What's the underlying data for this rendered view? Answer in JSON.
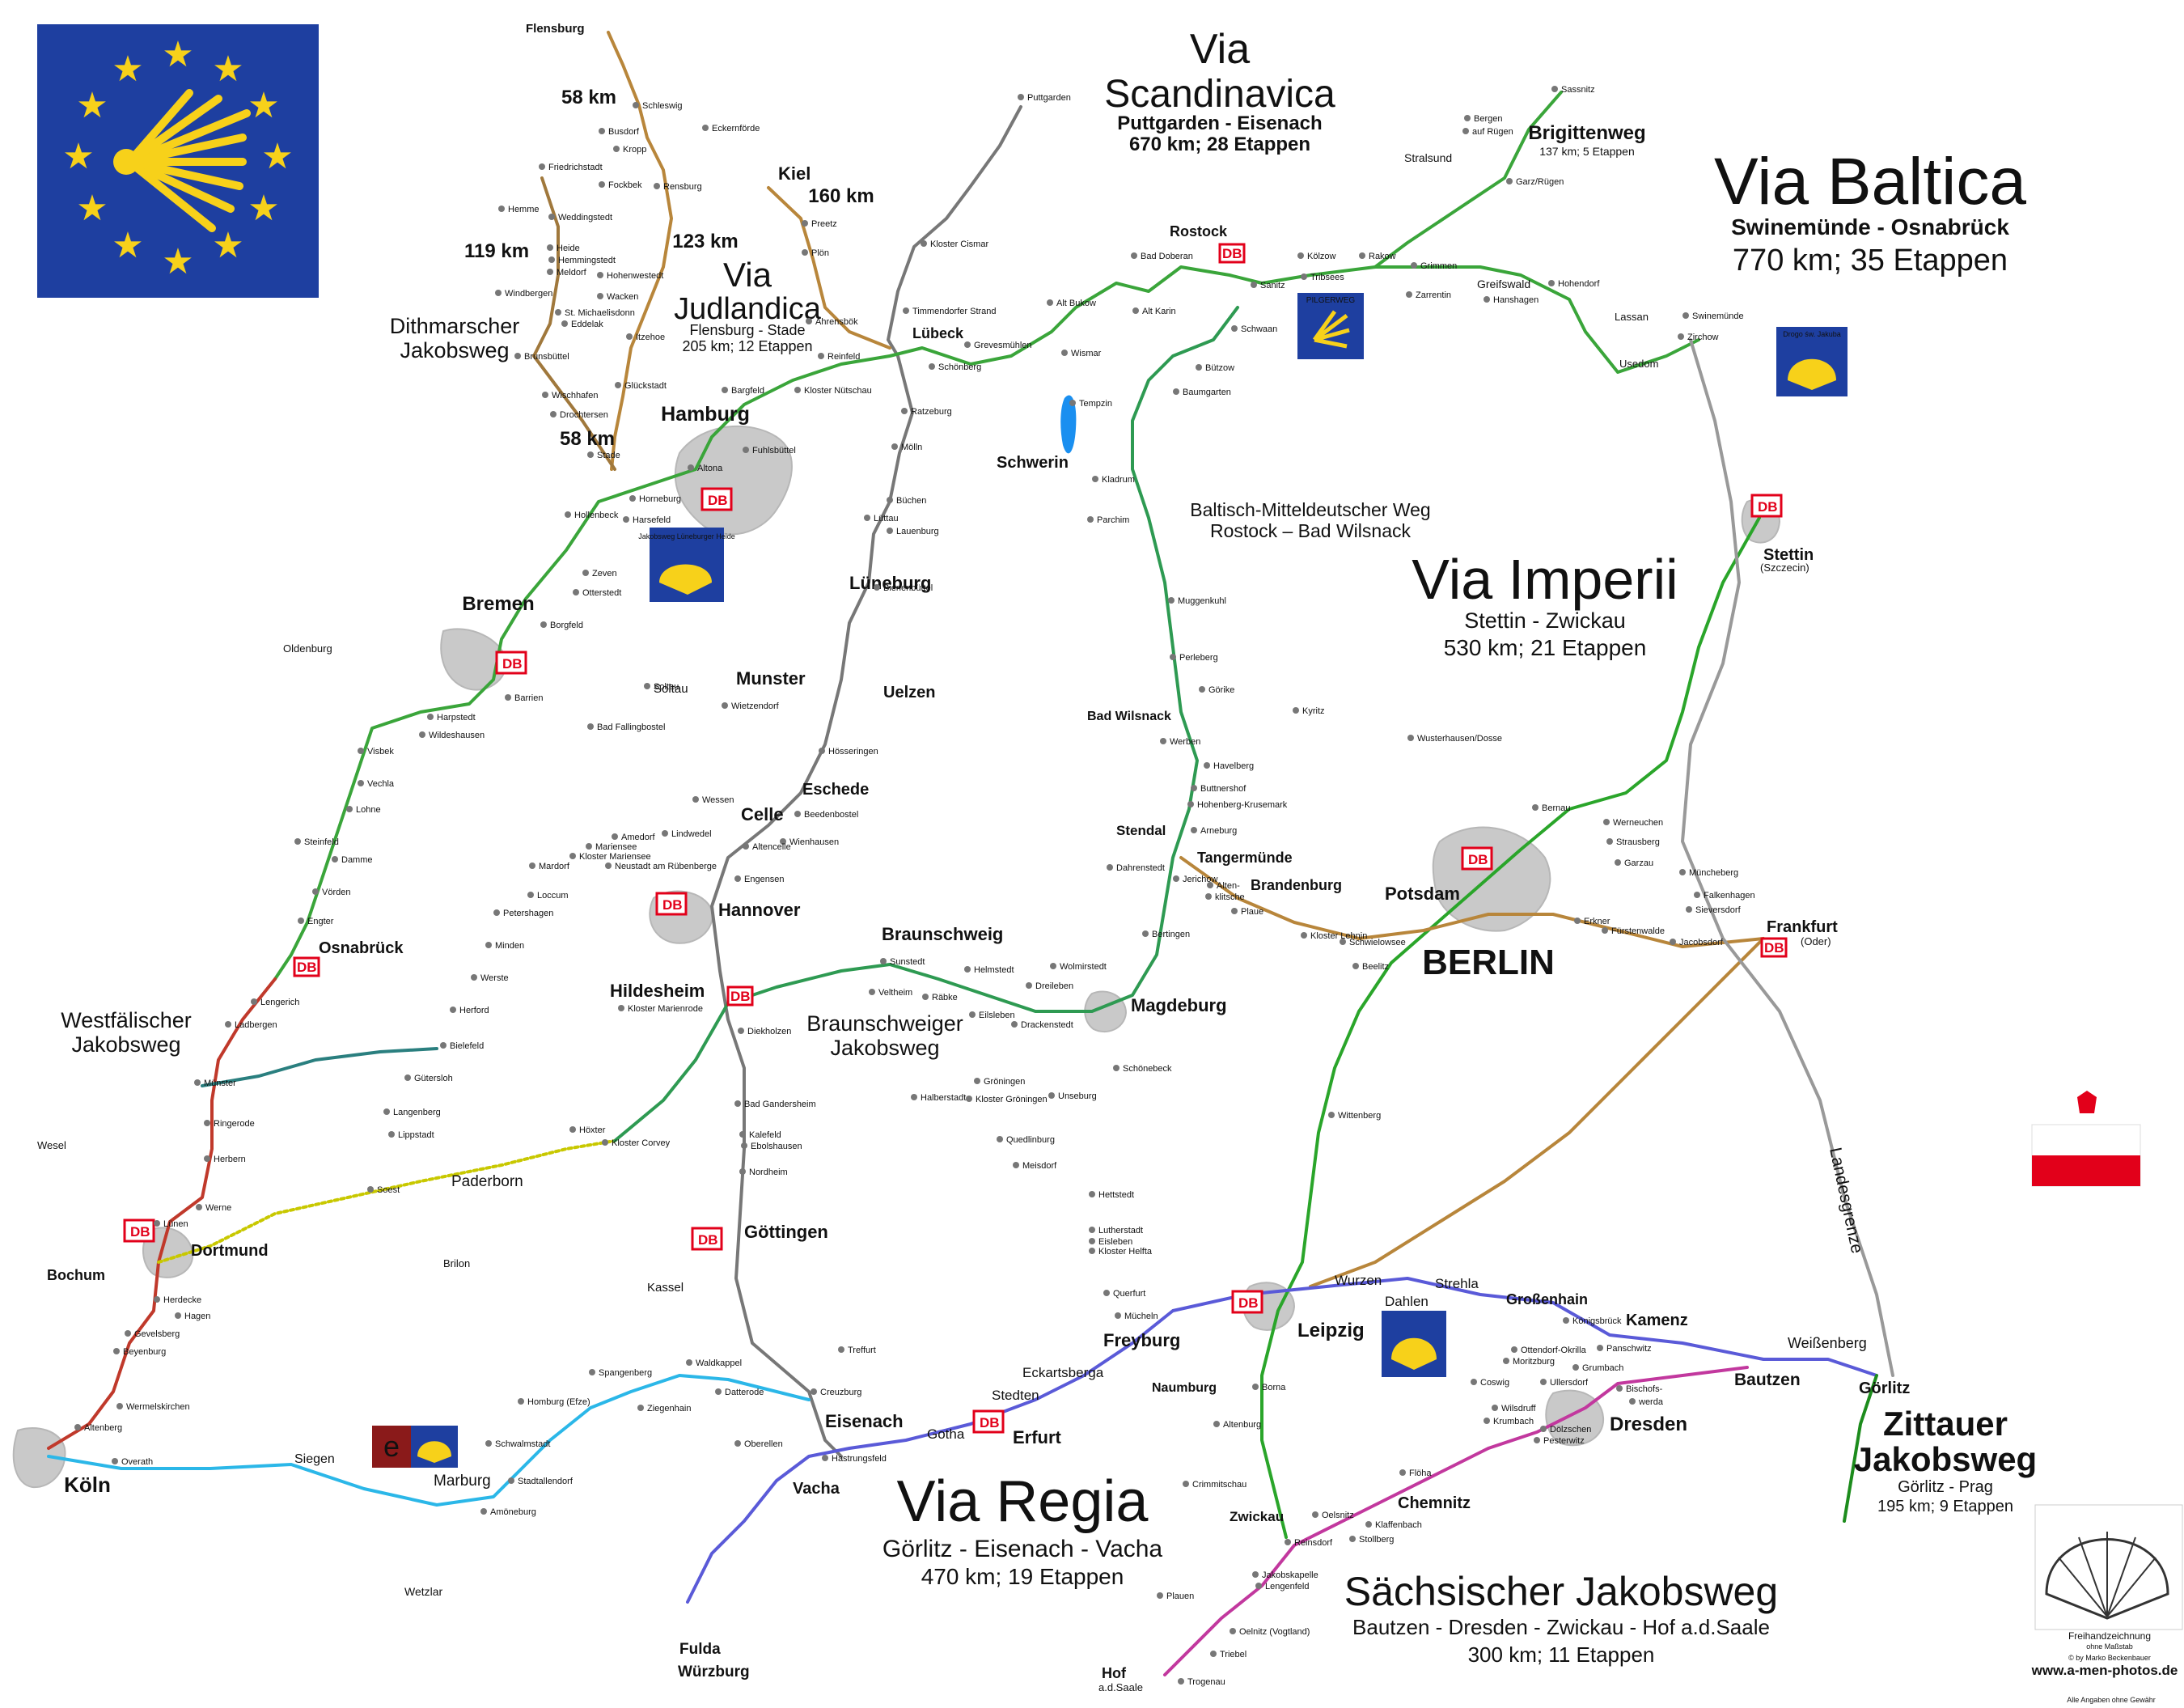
{
  "colors": {
    "via_scandinavica": "#777777",
    "via_judlandica": "#b8863b",
    "via_baltica": "#3aa53a",
    "via_imperii": "#2aa52a",
    "via_regia": "#5a5ad8",
    "saechsischer": "#c2389e",
    "zittauer": "#1d8c1d",
    "westfaelischer": "#c0392b",
    "koeln_marburg": "#2bb7e8",
    "dithmarscher": "#a0783c",
    "braunschweiger": "#2e9a52",
    "hellweg": "#c8c800",
    "eu_blue": "#1e3fa0",
    "eu_star": "#f7d11a",
    "db_red": "#e2001a"
  },
  "icons": {
    "eu_flag": "scallop-shell-on-eu-flag-icon",
    "poland_flag": "poland-flag-icon",
    "shell": "scallop-shell-icon",
    "church": "church-icon",
    "db": "db-station-icon"
  },
  "routes": {
    "scandinavica": {
      "title_1": "Via",
      "title_2": "Scandinavica",
      "sub": "Puttgarden - Eisenach",
      "stats": "670 km; 28 Etappen"
    },
    "judlandica": {
      "title_1": "Via",
      "title_2": "Judlandica",
      "sub": "Flensburg - Stade",
      "stats": "205 km; 12 Etappen"
    },
    "baltica": {
      "title": "Via Baltica",
      "sub": "Swinemünde - Osnabrück",
      "stats": "770 km; 35 Etappen"
    },
    "imperii": {
      "title": "Via Imperii",
      "sub": "Stettin - Zwickau",
      "stats": "530 km; 21 Etappen"
    },
    "regia": {
      "title": "Via Regia",
      "sub": "Görlitz - Eisenach - Vacha",
      "stats": "470 km; 19 Etappen"
    },
    "saechsisch": {
      "title": "Sächsischer Jakobsweg",
      "sub": "Bautzen - Dresden - Zwickau - Hof a.d.Saale",
      "stats": "300 km; 11 Etappen"
    },
    "zittauer": {
      "title_1": "Zittauer",
      "title_2": "Jakobsweg",
      "sub": "Görlitz - Prag",
      "stats": "195 km; 9 Etappen"
    },
    "brigitten": {
      "title": "Brigittenweg",
      "stats": "137 km; 5 Etappen"
    },
    "dithmarscher": {
      "line1": "Dithmarscher",
      "line2": "Jakobsweg"
    },
    "westfaelisch": {
      "line1": "Westfälischer",
      "line2": "Jakobsweg"
    },
    "braunschweig": {
      "line1": "Braunschweiger",
      "line2": "Jakobsweg"
    },
    "baltisch": {
      "line1": "Baltisch-Mitteldeutscher Weg",
      "line2": "Rostock – Bad Wilsnack"
    }
  },
  "distances": [
    "58 km",
    "160 km",
    "123 km",
    "119 km",
    "58 km"
  ],
  "boundary": "Landesgrenze",
  "badges": {
    "pilgerweg": "PILGERWEG",
    "luneburg": "Jakobsweg Lüneburger Heide",
    "drogo": "Drogo św. Jakuba"
  },
  "cities_big": {
    "berlin": "BERLIN",
    "hamburg": "Hamburg",
    "bremen": "Bremen",
    "hannover": "Hannover",
    "koeln": "Köln",
    "leipzig": "Leipzig",
    "dresden": "Dresden",
    "magdeburg": "Magdeburg",
    "potsdam": "Potsdam",
    "erfurt": "Erfurt",
    "eisenach": "Eisenach",
    "chemnitz": "Chemnitz",
    "goerlitz": "Görlitz",
    "lubeck": "Lübeck",
    "kiel": "Kiel",
    "rostock": "Rostock",
    "schwerin": "Schwerin",
    "stettin": "Stettin",
    "szczecin": "(Szczecin)",
    "frankfurt": "Frankfurt",
    "oder": "(Oder)",
    "dortmund": "Dortmund",
    "bochum": "Bochum",
    "osnabruck": "Osnabrück",
    "munster_big": "Munster",
    "luneburg": "Lüneburg",
    "uelzen": "Uelzen",
    "celle": "Celle",
    "eschede": "Eschede",
    "braunschweig": "Braunschweig",
    "hildesheim": "Hildesheim",
    "goettingen": "Göttingen",
    "freyburg": "Freyburg",
    "naumburg": "Naumburg",
    "brandenburg": "Brandenburg",
    "tangermunde": "Tangermünde",
    "stendal": "Stendal",
    "bad_wilsnack": "Bad Wilsnack",
    "zwickau": "Zwickau",
    "bautzen": "Bautzen",
    "kamenz": "Kamenz",
    "grossenhain": "Großenhain",
    "hof": "Hof",
    "hof_sub": "a.d.Saale",
    "fulda": "Fulda",
    "wurzburg": "Würzburg",
    "vacha": "Vacha",
    "marburg": "Marburg",
    "paderborn": "Paderborn",
    "soltau": "Soltau",
    "stralsund": "Stralsund",
    "weissenberg": "Weißenberg",
    "wurzen": "Wurzen",
    "dahlen": "Dahlen",
    "strehla": "Strehla",
    "gotha": "Gotha",
    "stedten": "Stedten",
    "eckartsberga": "Eckartsberga",
    "flensburg": "Flensburg",
    "kassel": "Kassel",
    "siegen": "Siegen",
    "wetzlar": "Wetzlar",
    "brilon": "Brilon",
    "wesel": "Wesel",
    "oldenburg": "Oldenburg",
    "usedom": "Usedom",
    "lassan": "Lassan",
    "greifswald": "Greifswald"
  },
  "towns": [
    [
      "Schleswig",
      794,
      134
    ],
    [
      "Busdorf",
      752,
      166
    ],
    [
      "Kropp",
      770,
      188
    ],
    [
      "Eckernförde",
      880,
      162
    ],
    [
      "Friedrichstadt",
      678,
      210
    ],
    [
      "Fockbek",
      752,
      232
    ],
    [
      "Rensburg",
      820,
      234
    ],
    [
      "Hemme",
      628,
      262
    ],
    [
      "Weddingstedt",
      690,
      272
    ],
    [
      "Heide",
      688,
      310
    ],
    [
      "Hemmingstedt",
      690,
      325
    ],
    [
      "Meldorf",
      688,
      340
    ],
    [
      "Hohenwestedt",
      750,
      344
    ],
    [
      "Windbergen",
      624,
      366
    ],
    [
      "St. Michaelisdonn",
      698,
      390
    ],
    [
      "Wacken",
      750,
      370
    ],
    [
      "Eddelak",
      706,
      404
    ],
    [
      "Itzehoe",
      786,
      420
    ],
    [
      "Brunsbüttel",
      648,
      444
    ],
    [
      "Glückstadt",
      772,
      480
    ],
    [
      "Wischhafen",
      682,
      492
    ],
    [
      "Drochtersen",
      692,
      516
    ],
    [
      "Stade",
      738,
      566
    ],
    [
      "Puttgarden",
      1270,
      124
    ],
    [
      "Preetz",
      1003,
      280
    ],
    [
      "Plön",
      1003,
      316
    ],
    [
      "Ahrensbök",
      1008,
      401
    ],
    [
      "Kloster Cismar",
      1150,
      305
    ],
    [
      "Timmendorfer Strand",
      1128,
      388
    ],
    [
      "Reinfeld",
      1023,
      444
    ],
    [
      "Grevesmühlen",
      1204,
      430
    ],
    [
      "Schönberg",
      1160,
      457
    ],
    [
      "Bargfeld",
      904,
      486
    ],
    [
      "Kloster Nütschau",
      994,
      486
    ],
    [
      "Ratzeburg",
      1126,
      512
    ],
    [
      "Mölln",
      1114,
      556
    ],
    [
      "Büchen",
      1108,
      622
    ],
    [
      "Lauenburg",
      1108,
      660
    ],
    [
      "Lüttau",
      1080,
      644
    ],
    [
      "Bienenbüttel",
      1092,
      730
    ],
    [
      "Altona",
      862,
      582
    ],
    [
      "Fuhlsbüttel",
      930,
      560
    ],
    [
      "Horneburg",
      790,
      620
    ],
    [
      "Harsefeld",
      782,
      646
    ],
    [
      "Hollenbeck",
      710,
      640
    ],
    [
      "Zeven",
      732,
      712
    ],
    [
      "Otterstedt",
      720,
      736
    ],
    [
      "Borgfeld",
      680,
      776
    ],
    [
      "Barrien",
      636,
      866
    ],
    [
      "Harpstedt",
      540,
      890
    ],
    [
      "Wildeshausen",
      530,
      912
    ],
    [
      "Visbek",
      454,
      932
    ],
    [
      "Vechla",
      454,
      972
    ],
    [
      "Lohne",
      440,
      1004
    ],
    [
      "Steinfeld",
      376,
      1044
    ],
    [
      "Damme",
      422,
      1066
    ],
    [
      "Vörden",
      398,
      1106
    ],
    [
      "Engter",
      380,
      1142
    ],
    [
      "Lengerich",
      322,
      1242
    ],
    [
      "Ladbergen",
      290,
      1270
    ],
    [
      "Münster",
      252,
      1342
    ],
    [
      "Ringerode",
      264,
      1392
    ],
    [
      "Herbern",
      264,
      1436
    ],
    [
      "Werne",
      254,
      1496
    ],
    [
      "Lünen",
      202,
      1516
    ],
    [
      "Herdecke",
      202,
      1610
    ],
    [
      "Hagen",
      228,
      1630
    ],
    [
      "Gevelsberg",
      166,
      1652
    ],
    [
      "Beyenburg",
      152,
      1674
    ],
    [
      "Wermelskirchen",
      156,
      1742
    ],
    [
      "Altenberg",
      104,
      1768
    ],
    [
      "Overath",
      150,
      1810
    ],
    [
      "Bad Fallingbostel",
      738,
      902
    ],
    [
      "Soltau",
      808,
      852
    ],
    [
      "Wietzendorf",
      904,
      876
    ],
    [
      "Hösseringen",
      1024,
      932
    ],
    [
      "Beedenbostel",
      994,
      1010
    ],
    [
      "Wienhausen",
      976,
      1044
    ],
    [
      "Altencelle",
      930,
      1050
    ],
    [
      "Wessen",
      868,
      992
    ],
    [
      "Lindwedel",
      830,
      1034
    ],
    [
      "Amedorf",
      768,
      1038
    ],
    [
      "Mariensee",
      736,
      1050
    ],
    [
      "Kloster Mariensee",
      716,
      1062
    ],
    [
      "Neustadt am Rübenberge",
      760,
      1074
    ],
    [
      "Mardorf",
      666,
      1074
    ],
    [
      "Loccum",
      664,
      1110
    ],
    [
      "Petershagen",
      622,
      1132
    ],
    [
      "Minden",
      612,
      1172
    ],
    [
      "Werste",
      594,
      1212
    ],
    [
      "Herford",
      568,
      1252
    ],
    [
      "Bielefeld",
      556,
      1296
    ],
    [
      "Gütersloh",
      512,
      1336
    ],
    [
      "Langenberg",
      486,
      1378
    ],
    [
      "Lippstadt",
      492,
      1406
    ],
    [
      "Soest",
      466,
      1474
    ],
    [
      "Höxter",
      716,
      1400
    ],
    [
      "Kloster Corvey",
      756,
      1416
    ],
    [
      "Engensen",
      920,
      1090
    ],
    [
      "Kloster Marienrode",
      776,
      1250
    ],
    [
      "Diekholzen",
      924,
      1278
    ],
    [
      "Bad Gandersheim",
      920,
      1368
    ],
    [
      "Kalefeld",
      926,
      1406
    ],
    [
      "Ebolshausen",
      928,
      1420
    ],
    [
      "Nordheim",
      926,
      1452
    ],
    [
      "Treffurt",
      1048,
      1672
    ],
    [
      "Waldkappel",
      860,
      1688
    ],
    [
      "Datterode",
      896,
      1724
    ],
    [
      "Creuzburg",
      1014,
      1724
    ],
    [
      "Spangenberg",
      740,
      1700
    ],
    [
      "Ziegenhain",
      800,
      1744
    ],
    [
      "Homburg (Efze)",
      652,
      1736
    ],
    [
      "Schwalmstadt",
      612,
      1788
    ],
    [
      "Stadtallendorf",
      640,
      1834
    ],
    [
      "Amöneburg",
      606,
      1872
    ],
    [
      "Oberellen",
      920,
      1788
    ],
    [
      "Hastrungsfeld",
      1028,
      1806
    ],
    [
      "Sunstedt",
      1100,
      1192
    ],
    [
      "Helmstedt",
      1204,
      1202
    ],
    [
      "Veltheim",
      1086,
      1230
    ],
    [
      "Räbke",
      1152,
      1236
    ],
    [
      "Dreileben",
      1280,
      1222
    ],
    [
      "Eilsleben",
      1210,
      1258
    ],
    [
      "Drackenstedt",
      1262,
      1270
    ],
    [
      "Wolmirstedt",
      1310,
      1198
    ],
    [
      "Bertingen",
      1424,
      1158
    ],
    [
      "Schönebeck",
      1388,
      1324
    ],
    [
      "Halberstadt",
      1138,
      1360
    ],
    [
      "Gröningen",
      1216,
      1340
    ],
    [
      "Kloster Gröningen",
      1206,
      1362
    ],
    [
      "Unseburg",
      1308,
      1358
    ],
    [
      "Quedlinburg",
      1244,
      1412
    ],
    [
      "Meisdorf",
      1264,
      1444
    ],
    [
      "Hettstedt",
      1358,
      1480
    ],
    [
      "Lutherstadt",
      1358,
      1524
    ],
    [
      "Eisleben",
      1358,
      1538
    ],
    [
      "Kloster Helfta",
      1358,
      1550
    ],
    [
      "Querfurt",
      1376,
      1602
    ],
    [
      "Mücheln",
      1390,
      1630
    ],
    [
      "Borna",
      1560,
      1718
    ],
    [
      "Altenburg",
      1512,
      1764
    ],
    [
      "Crimmitschau",
      1474,
      1838
    ],
    [
      "Oelsnitz",
      1634,
      1876
    ],
    [
      "Reinsdorf",
      1600,
      1910
    ],
    [
      "Stollberg",
      1680,
      1906
    ],
    [
      "Flöha",
      1742,
      1824
    ],
    [
      "Klaffenbach",
      1700,
      1888
    ],
    [
      "Jakobskapelle",
      1560,
      1950
    ],
    [
      "Lengenfeld",
      1564,
      1964
    ],
    [
      "Plauen",
      1442,
      1976
    ],
    [
      "Oelnitz (Vogtland)",
      1532,
      2020
    ],
    [
      "Triebel",
      1508,
      2048
    ],
    [
      "Trogenau",
      1468,
      2082
    ],
    [
      "Dölzschen",
      1916,
      1770
    ],
    [
      "Pesterwitz",
      1908,
      1784
    ],
    [
      "Wilsdruff",
      1856,
      1744
    ],
    [
      "Krumbach",
      1846,
      1760
    ],
    [
      "Coswig",
      1830,
      1712
    ],
    [
      "Ottendorf-Okrilla",
      1880,
      1672
    ],
    [
      "Moritzburg",
      1870,
      1686
    ],
    [
      "Königsbrück",
      1944,
      1636
    ],
    [
      "Panschwitz",
      1986,
      1670
    ],
    [
      "Grumbach",
      1956,
      1694
    ],
    [
      "Ullersdorf",
      1916,
      1712
    ],
    [
      "Bischofs-",
      2010,
      1720
    ],
    [
      "werda",
      2026,
      1736
    ],
    [
      "Tempzin",
      1334,
      502
    ],
    [
      "Kladrum",
      1362,
      596
    ],
    [
      "Parchim",
      1356,
      646
    ],
    [
      "Muggenkuhl",
      1456,
      746
    ],
    [
      "Perleberg",
      1458,
      816
    ],
    [
      "Görike",
      1494,
      856
    ],
    [
      "Kyritz",
      1610,
      882
    ],
    [
      "Wusterhausen/Dosse",
      1752,
      916
    ],
    [
      "Werben",
      1446,
      920
    ],
    [
      "Havelberg",
      1500,
      950
    ],
    [
      "Buttnershof",
      1484,
      978
    ],
    [
      "Hohenberg-Krusemark",
      1480,
      998
    ],
    [
      "Arneburg",
      1484,
      1030
    ],
    [
      "Dahrenstedt",
      1380,
      1076
    ],
    [
      "Jerichow",
      1462,
      1090
    ],
    [
      "Alten-",
      1504,
      1098
    ],
    [
      "klitsche",
      1502,
      1112
    ],
    [
      "Plaue",
      1534,
      1130
    ],
    [
      "Kloster Lehnin",
      1620,
      1160
    ],
    [
      "Schwielowsee",
      1668,
      1168
    ],
    [
      "Beelitz",
      1684,
      1198
    ],
    [
      "Erkner",
      1958,
      1142
    ],
    [
      "Fürstenwalde",
      1992,
      1154
    ],
    [
      "Jacobsdorf",
      2076,
      1168
    ],
    [
      "Bernau",
      1906,
      1002
    ],
    [
      "Werneuchen",
      1994,
      1020
    ],
    [
      "Strausberg",
      1998,
      1044
    ],
    [
      "Garzau",
      2008,
      1070
    ],
    [
      "Müncheberg",
      2088,
      1082
    ],
    [
      "Falkenhagen",
      2106,
      1110
    ],
    [
      "Sieversdorf",
      2096,
      1128
    ],
    [
      "Wittenberg",
      1654,
      1382
    ],
    [
      "Bad Doberan",
      1410,
      320
    ],
    [
      "Alt Bukow",
      1306,
      378
    ],
    [
      "Alt Karin",
      1412,
      388
    ],
    [
      "Wismar",
      1324,
      440
    ],
    [
      "Schwaan",
      1534,
      410
    ],
    [
      "Bützow",
      1490,
      458
    ],
    [
      "Baumgarten",
      1462,
      488
    ],
    [
      "Sanitz",
      1558,
      356
    ],
    [
      "Kölzow",
      1616,
      320
    ],
    [
      "Tribsees",
      1620,
      346
    ],
    [
      "Zarrentin",
      1750,
      368
    ],
    [
      "Grimmen",
      1756,
      332
    ],
    [
      "Rakow",
      1692,
      320
    ],
    [
      "Hanshagen",
      1846,
      374
    ],
    [
      "Hohendorf",
      1926,
      354
    ],
    [
      "Zirchow",
      2086,
      420
    ],
    [
      "Swinemünde",
      2092,
      394
    ],
    [
      "Bergen",
      1822,
      150
    ],
    [
      "auf Rügen",
      1820,
      166
    ],
    [
      "Sassnitz",
      1930,
      114
    ],
    [
      "Garz/Rügen",
      1874,
      228
    ]
  ],
  "credits": {
    "line1": "Freihandzeichnung",
    "line2": "ohne Maßstab",
    "line3": "© by Marko Beckenbauer",
    "website": "www.a-men-photos.de",
    "disclaimer": "Alle Angaben ohne Gewähr"
  }
}
